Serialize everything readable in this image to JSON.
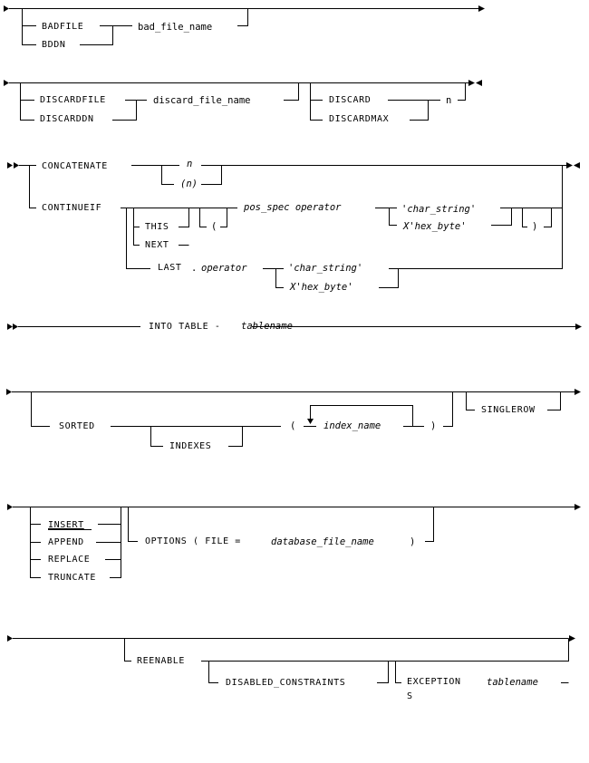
{
  "diagrams": {
    "badfile": {
      "options": [
        "BADFILE",
        "BDDN"
      ],
      "param": "bad_file_name"
    },
    "discardfile": {
      "options": [
        "DISCARDFILE",
        "DISCARDDN"
      ],
      "param": "discard_file_name",
      "discard_options": [
        "DISCARD",
        "DISCARDMAX"
      ],
      "discard_param": "n"
    },
    "continuation": {
      "concatenate": "CONCATENATE",
      "concat_values": [
        "n",
        "(n)"
      ],
      "continueif": "CONTINUEIF",
      "this_next": [
        "THIS",
        "NEXT"
      ],
      "open_paren": "(",
      "close_paren": ")",
      "pos_spec_operator": "pos_spec operator",
      "char_string": "'char_string'",
      "hex_byte": "X'hex_byte'",
      "last": "LAST",
      "dot": ".",
      "operator": "operator",
      "last_char_string": "'char_string'",
      "last_hex_byte": "X'hex_byte'"
    },
    "into_table": {
      "keyword": "INTO TABLE -",
      "param": "tablename"
    },
    "sorted": {
      "sorted": "SORTED",
      "indexes": "INDEXES",
      "open_paren": "(",
      "index_name": "index_name",
      "close_paren": ")",
      "singlerow": "SINGLEROW"
    },
    "load_method": {
      "options": [
        "INSERT",
        "APPEND",
        "REPLACE",
        "TRUNCATE"
      ],
      "default_option": "INSERT",
      "options_clause": "OPTIONS ( FILE =",
      "database_file_name": "database_file_name",
      "close_paren": ")"
    },
    "reenable": {
      "reenable": "REENABLE",
      "disabled_constraints": "DISABLED_CONSTRAINTS",
      "exceptions_line1": "EXCEPTION",
      "exceptions_line2": "S",
      "tablename": "tablename"
    }
  }
}
